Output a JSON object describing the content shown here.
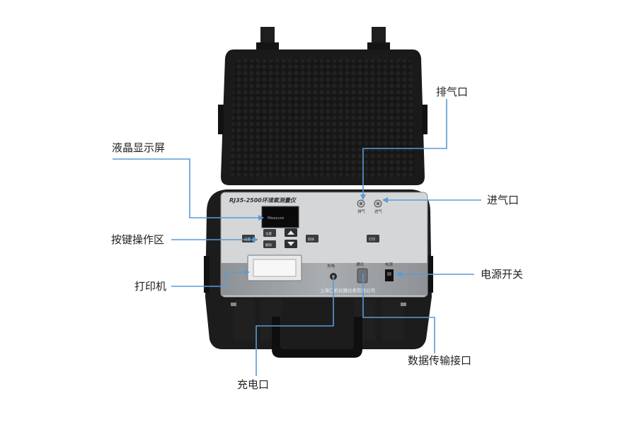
{
  "device": {
    "model_title": "RJ35-2500环境氧测量仪",
    "lcd_text": "Measure",
    "manufacturer": "上海仁机仪器仪表有限公司",
    "port_labels": {
      "exhaust": "排气",
      "intake": "进气",
      "charge": "充电",
      "comm": "通讯",
      "power": "电源"
    },
    "key_labels": [
      "设置",
      "设置",
      "删除",
      "取样",
      "打印"
    ]
  },
  "callouts": {
    "exhaust_port": "排气口",
    "lcd_screen": "液晶显示屏",
    "intake_port": "进气口",
    "keypad_area": "按键操作区",
    "power_switch": "电源开关",
    "printer": "打印机",
    "data_port": "数据传输接口",
    "charge_port": "充电口"
  },
  "colors": {
    "leader_line": "#5b9bd5",
    "case": "#1c1c1c",
    "panel": "#d3d5d6",
    "panel_band": "#9fa3a6"
  }
}
